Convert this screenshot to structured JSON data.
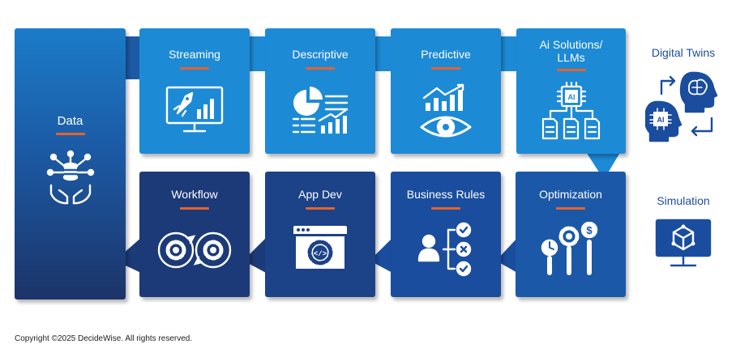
{
  "tiles": {
    "data": {
      "label": "Data",
      "icon": "data-hub-icon"
    },
    "streaming": {
      "label": "Streaming",
      "icon": "rocket-chart-monitor-icon"
    },
    "descriptive": {
      "label": "Descriptive",
      "icon": "report-pie-chart-icon"
    },
    "predictive": {
      "label": "Predictive",
      "icon": "eye-growth-chart-icon"
    },
    "ai": {
      "label_line1": "Ai Solutions/",
      "label_line2": "LLMs",
      "icon": "ai-chip-documents-icon",
      "chip_text": "AI"
    },
    "optimization": {
      "label": "Optimization",
      "icon": "gauge-gear-dollar-icon"
    },
    "business_rules": {
      "label": "Business Rules",
      "icon": "person-decisions-icon"
    },
    "app_dev": {
      "label": "App Dev",
      "icon": "code-window-gear-icon",
      "code_text": "</>"
    },
    "workflow": {
      "label": "Workflow",
      "icon": "cycling-gears-icon"
    }
  },
  "side": {
    "digital_twins": {
      "label": "Digital Twins",
      "icon": "ai-head-twins-icon",
      "chip_text": "AI"
    },
    "simulation": {
      "label": "Simulation",
      "icon": "cube-monitor-icon"
    }
  },
  "colors": {
    "light": "#1d8ad6",
    "mid": "#1a4d9e",
    "dark": "#1c3a78",
    "accent": "#e8622a"
  },
  "footer": {
    "copyright": "Copyright ©2025 DecideWise. All rights reserved."
  }
}
